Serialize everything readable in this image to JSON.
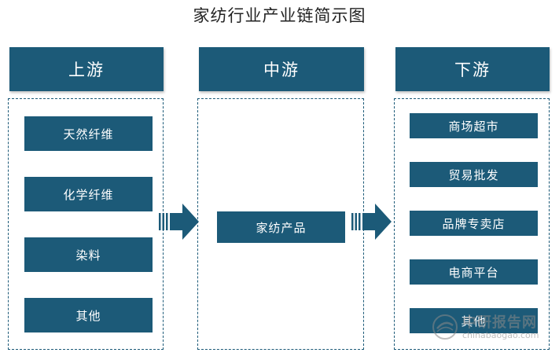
{
  "title": "家纺行业产业链简示图",
  "columns": {
    "upstream": {
      "header": "上游",
      "items": [
        "天然纤维",
        "化学纤维",
        "染料",
        "其他"
      ]
    },
    "midstream": {
      "header": "中游",
      "items": [
        "家纺产品"
      ]
    },
    "downstream": {
      "header": "下游",
      "items": [
        "商场超市",
        "贸易批发",
        "品牌专卖店",
        "电商平台",
        "其他"
      ]
    }
  },
  "watermark": {
    "brand": "中研报告网",
    "url": "chinabaogao.com"
  },
  "colors": {
    "primary": "#1c5a78",
    "background": "#ffffff"
  }
}
